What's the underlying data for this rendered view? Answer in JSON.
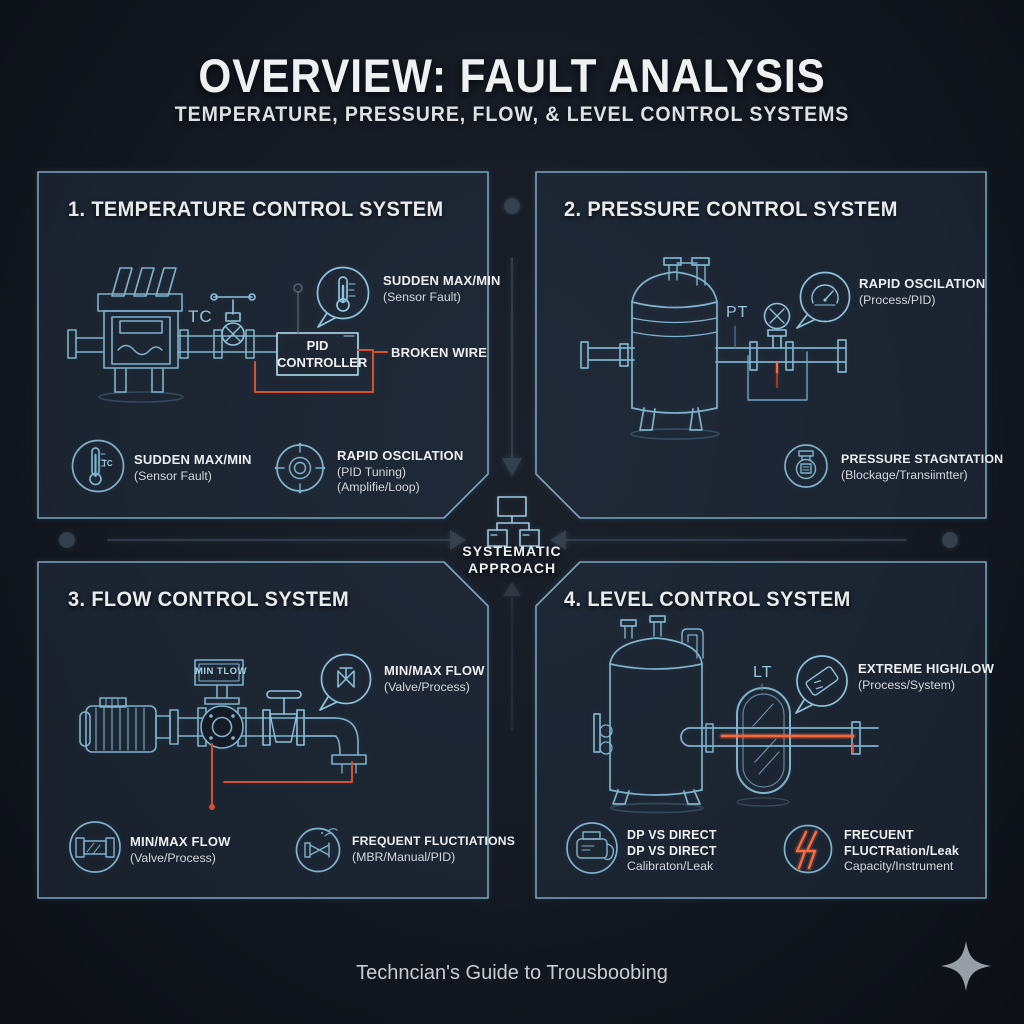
{
  "header": {
    "title": "OVERVIEW: FAULT ANALYSIS",
    "subtitle": "TEMPERATURE, PRESSURE, FLOW, & LEVEL CONTROL SYSTEMS"
  },
  "center": {
    "line1": "SYSTEMATIC",
    "line2": "APPROACH"
  },
  "footer": {
    "caption": "Techncian's Guide to Trousboobing"
  },
  "panels": {
    "temperature": {
      "title": "1. TEMPERATURE CONTROL SYSTEM",
      "tag": "TC",
      "controller_line1": "PID",
      "controller_line2": "CONTROLLER",
      "broken_wire_label": "BROKEN WIRE",
      "bubble": {
        "line1": "SUDDEN MAX/MIN",
        "line2": "(Sensor Fault)"
      },
      "faults": [
        {
          "icon": "thermometer-icon",
          "icon_tag": "TC",
          "line1": "SUDDEN MAX/MIN",
          "line2": "(Sensor Fault)",
          "line3": ""
        },
        {
          "icon": "target-icon",
          "line1": "RAPID OSCILATION",
          "line2": "(PID Tuning)",
          "line3": "(Amplifie/Loop)"
        }
      ]
    },
    "pressure": {
      "title": "2. PRESSURE CONTROL SYSTEM",
      "tag": "PT",
      "bubble": {
        "line1": "RAPID OSCILATION",
        "line2": "(Process/PID)"
      },
      "faults": [
        {
          "icon": "pressure-transmitter-icon",
          "line1": "PRESSURE STAGNTATION",
          "line2": "(Blockage/Transiimtter)",
          "line3": ""
        }
      ]
    },
    "flow": {
      "title": "3. FLOW CONTROL SYSTEM",
      "display_readout": "MIN TLOW",
      "bubble": {
        "line1": "MIN/MAX FLOW",
        "line2": "(Valve/Process)"
      },
      "faults": [
        {
          "icon": "valve-icon",
          "line1": "MIN/MAX FLOW",
          "line2": "(Valve/Process)",
          "line3": ""
        },
        {
          "icon": "vibrating-valve-icon",
          "line1": "FREQUENT FLUCTIATIONS",
          "line2": "(MBR/Manual/PID)",
          "line3": ""
        }
      ]
    },
    "level": {
      "title": "4. LEVEL CONTROL SYSTEM",
      "tag": "LT",
      "bubble": {
        "line1": "EXTREME HIGH/LOW",
        "line2": "(Process/System)"
      },
      "faults": [
        {
          "icon": "dp-transmitter-icon",
          "line1": "DP VS DIRECT",
          "line2": "DP VS DIRECT",
          "line3": "Calibraton/Leak"
        },
        {
          "icon": "lightning-icon",
          "line1": "FRECUENT",
          "line2": "FLUCTRation/Leak",
          "line3": "Capacity/Instrument"
        }
      ]
    }
  },
  "colors": {
    "background": "#12161e",
    "panel_border": "#7aa5bd",
    "line_art": "#7fb2cb",
    "fault_red": "#d9502e",
    "fault_orange": "#ff6a3c",
    "arrow_gray": "#3a434f"
  }
}
